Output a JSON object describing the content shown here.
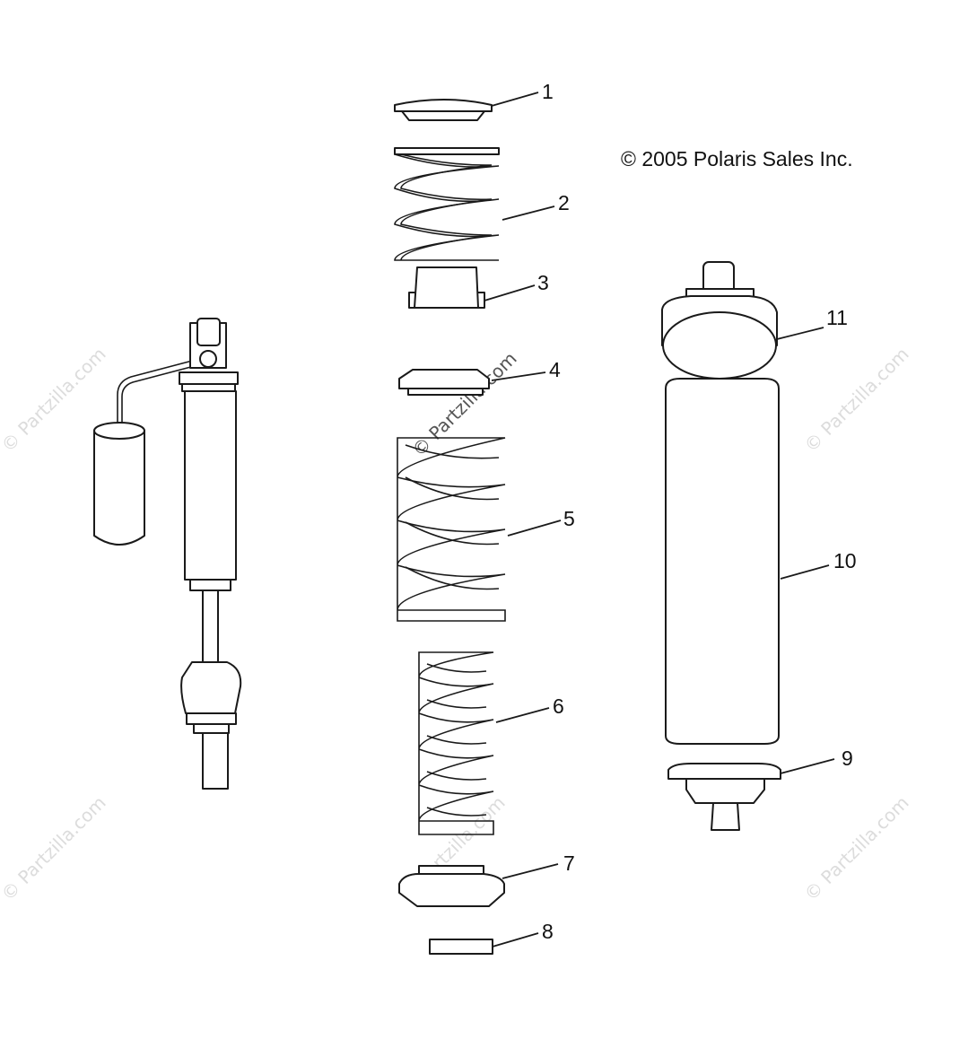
{
  "copyright": "© 2005 Polaris Sales Inc.",
  "watermark": "© Partzilla.com",
  "callouts": {
    "c1": "1",
    "c2": "2",
    "c3": "3",
    "c4": "4",
    "c5": "5",
    "c6": "6",
    "c7": "7",
    "c8": "8",
    "c9": "9",
    "c10": "10",
    "c11": "11"
  },
  "colors": {
    "line": "#1a1a1a",
    "background": "#ffffff",
    "watermark": "#dcdcdc"
  }
}
